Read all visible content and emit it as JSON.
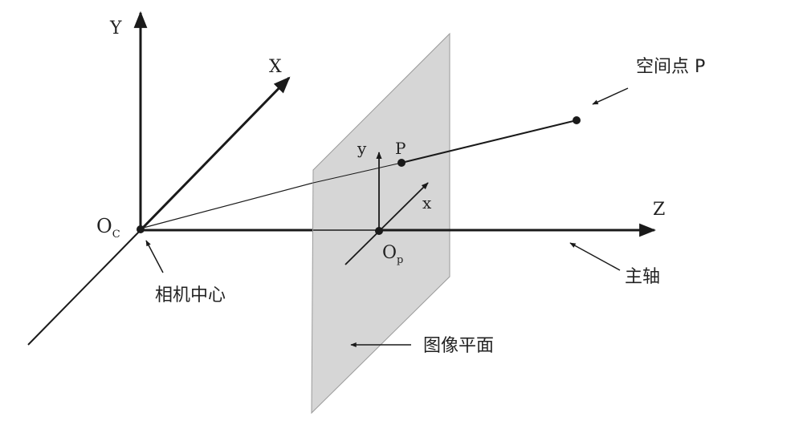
{
  "colors": {
    "plane": "#d6d6d6",
    "line": "#1a1a1a"
  },
  "labels": {
    "Y": "Y",
    "X": "X",
    "Z": "Z",
    "Oc": "O",
    "Oc_sub": "C",
    "Op": "O",
    "Op_sub": "p",
    "y": "y",
    "x": "x",
    "p": "P",
    "space_point": "空间点 P",
    "principal_axis": "主轴",
    "camera_center": "相机中心",
    "image_plane": "图像平面"
  }
}
